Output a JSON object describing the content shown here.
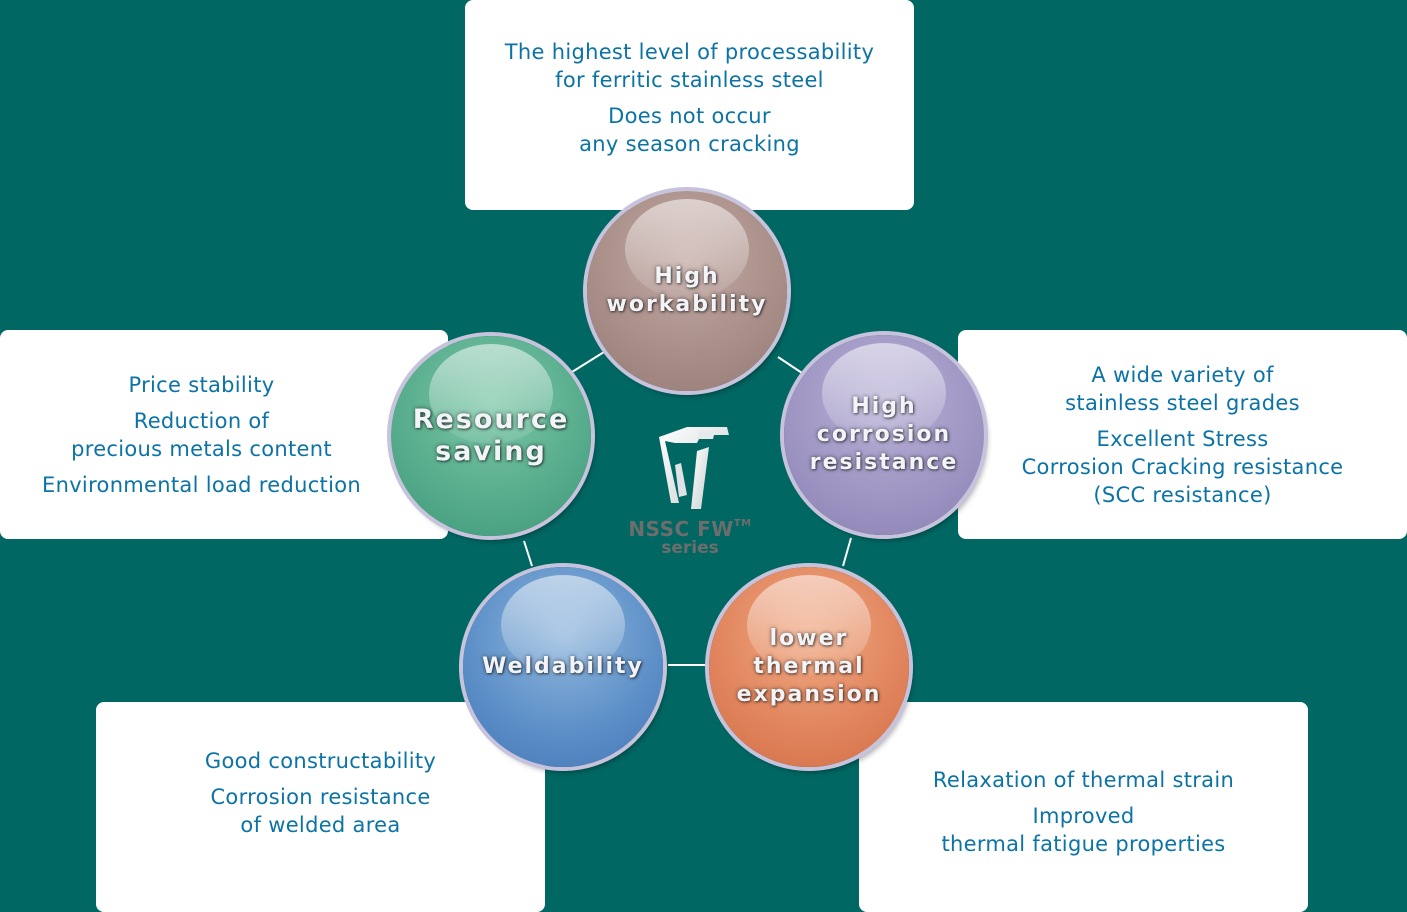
{
  "diagram": {
    "title_logo": {
      "brand": "NSSC FW",
      "trademark": "TM",
      "subtitle": "series"
    },
    "colors": {
      "background": "#006763",
      "text": "#0b73a6",
      "workability": "#a88d87",
      "corrosion": "#9d94c2",
      "resource": "#55ab8b",
      "weld": "#5b8ec7",
      "thermal": "#e0835c"
    },
    "features": {
      "workability": {
        "label": "High\nworkability",
        "points": [
          "The highest level of processability\nfor ferritic stainless steel",
          "Does not occur\nany season cracking"
        ]
      },
      "corrosion": {
        "label": "High\ncorrosion\nresistance",
        "points": [
          "A wide variety of\nstainless steel grades",
          "Excellent Stress\nCorrosion Cracking resistance\n(SCC resistance)"
        ]
      },
      "resource": {
        "label": "Resource\nsaving",
        "points": [
          "Price stability",
          "Reduction of\nprecious metals content",
          "Environmental load reduction"
        ]
      },
      "weld": {
        "label": "Weldability",
        "points": [
          "Good constructability",
          "Corrosion resistance\nof welded area"
        ]
      },
      "thermal": {
        "label": "lower\nthermal\nexpansion",
        "points": [
          "Relaxation of thermal strain",
          "Improved\nthermal fatigue properties"
        ]
      }
    }
  }
}
